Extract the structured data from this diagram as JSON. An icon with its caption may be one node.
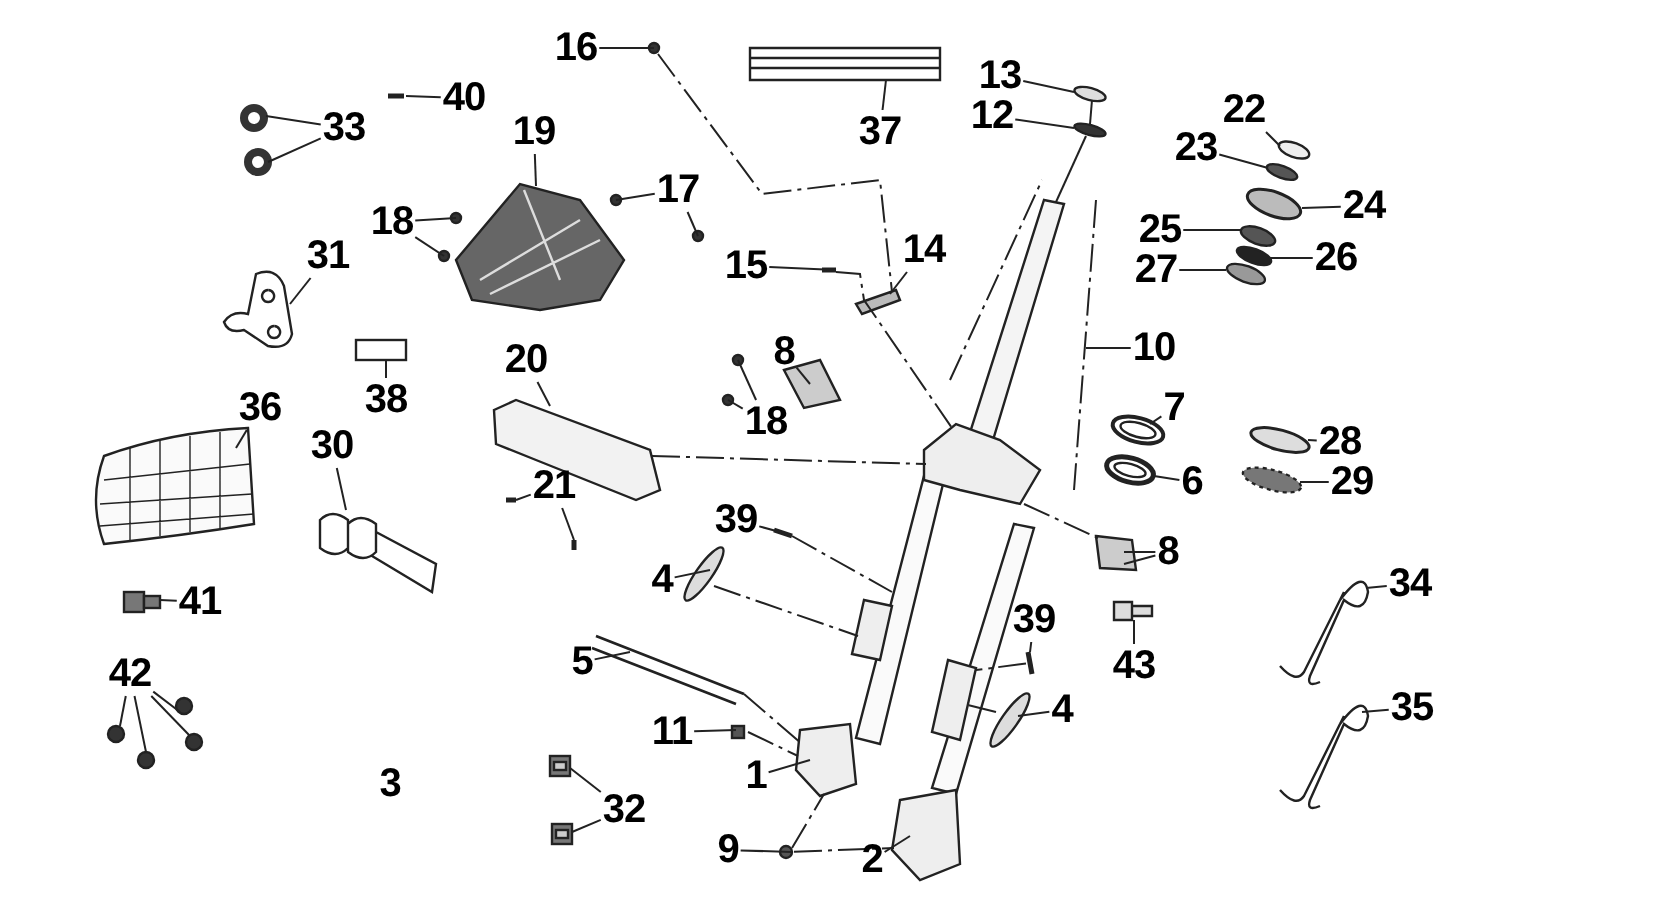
{
  "diagram": {
    "nodes": [
      {
        "text": [
          "16"
        ]
      },
      {
        "text": [
          "13"
        ]
      },
      {
        "text": [
          "40"
        ]
      },
      {
        "text": [
          "22"
        ]
      },
      {
        "text": [
          "12"
        ]
      },
      {
        "text": [
          "33"
        ]
      },
      {
        "text": [
          "37"
        ]
      },
      {
        "text": [
          "19"
        ]
      },
      {
        "text": [
          "23"
        ]
      },
      {
        "text": [
          "17"
        ]
      },
      {
        "text": [
          "24"
        ]
      },
      {
        "text": [
          "18"
        ]
      },
      {
        "text": [
          "25"
        ]
      },
      {
        "text": [
          "31"
        ]
      },
      {
        "text": [
          "15"
        ]
      },
      {
        "text": [
          "14"
        ]
      },
      {
        "text": [
          "26"
        ]
      },
      {
        "text": [
          "27"
        ]
      },
      {
        "text": [
          "10"
        ]
      },
      {
        "text": [
          "8"
        ]
      },
      {
        "text": [
          "20"
        ]
      },
      {
        "text": [
          "38"
        ]
      },
      {
        "text": [
          "36"
        ]
      },
      {
        "text": [
          "18"
        ]
      },
      {
        "text": [
          "7"
        ]
      },
      {
        "text": [
          "30"
        ]
      },
      {
        "text": [
          "28"
        ]
      },
      {
        "text": [
          "6"
        ]
      },
      {
        "text": [
          "29"
        ]
      },
      {
        "text": [
          "21"
        ]
      },
      {
        "text": [
          "39"
        ]
      },
      {
        "text": [
          "8"
        ]
      },
      {
        "text": [
          "4"
        ]
      },
      {
        "text": [
          "34"
        ]
      },
      {
        "text": [
          "41"
        ]
      },
      {
        "text": [
          "39"
        ]
      },
      {
        "text": [
          "5"
        ]
      },
      {
        "text": [
          "43"
        ]
      },
      {
        "text": [
          "42"
        ]
      },
      {
        "text": [
          "35"
        ]
      },
      {
        "text": [
          "4"
        ]
      },
      {
        "text": [
          "11"
        ]
      },
      {
        "text": [
          "1"
        ]
      },
      {
        "text": [
          "32"
        ]
      },
      {
        "text": [
          "9"
        ]
      },
      {
        "text": [
          "2"
        ]
      },
      {
        "text": [],
        "shape": "circle"
      },
      {
        "text": [],
        "shape": "circle"
      },
      {
        "text": [],
        "shape": "bar"
      },
      {
        "text": [],
        "shape": "circle"
      },
      {
        "text": [],
        "shape": "circle"
      },
      {
        "text": [],
        "shape": "circle"
      },
      {
        "text": [],
        "shape": "circle"
      },
      {
        "text": [],
        "shape": "picture"
      },
      {
        "text": [],
        "shape": "picture"
      },
      {
        "text": [],
        "shape": "circle"
      },
      {
        "text": [],
        "shape": "circle"
      },
      {
        "text": [],
        "shape": "circle"
      },
      {
        "text": [],
        "shape": "circle"
      },
      {
        "text": [],
        "shape": "circle"
      },
      {
        "text": [],
        "shape": "circle"
      },
      {
        "text": [],
        "shape": "circle"
      },
      {
        "text": [],
        "shape": "picture"
      },
      {
        "text": [],
        "shape": "bar"
      },
      {
        "text": [],
        "shape": "picture"
      },
      {
        "text": [],
        "shape": "circle"
      },
      {
        "text": [],
        "shape": "circle"
      },
      {
        "text": [],
        "shape": "picture"
      },
      {
        "text": [],
        "shape": "picture"
      },
      {
        "text": [],
        "shape": "picture"
      },
      {
        "text": [],
        "shape": "box"
      },
      {
        "text": [],
        "shape": "picture"
      },
      {
        "text": [],
        "shape": "circle"
      },
      {
        "text": [],
        "shape": "circle"
      },
      {
        "text": [],
        "shape": "circle"
      },
      {
        "text": [],
        "shape": "picture"
      },
      {
        "text": [],
        "shape": "circle"
      },
      {
        "text": [],
        "shape": "circle"
      },
      {
        "text": [],
        "shape": "circle"
      },
      {
        "text": [],
        "shape": "bar"
      },
      {
        "text": [],
        "shape": "bar"
      },
      {
        "text": [],
        "shape": "bar"
      },
      {
        "text": [],
        "shape": "picture"
      },
      {
        "text": [],
        "shape": "circle"
      },
      {
        "text": [],
        "shape": "picture"
      },
      {
        "text": [],
        "shape": "box"
      },
      {
        "text": [],
        "shape": "bar"
      },
      {
        "text": [],
        "shape": "picture"
      },
      {
        "text": [],
        "shape": "picture"
      },
      {
        "text": [],
        "shape": "circle"
      },
      {
        "text": [],
        "shape": "circle"
      },
      {
        "text": [],
        "shape": "circle"
      },
      {
        "text": [],
        "shape": "circle"
      },
      {
        "text": [],
        "shape": "picture"
      },
      {
        "text": [],
        "shape": "circle"
      },
      {
        "text": [],
        "shape": "box"
      },
      {
        "text": [],
        "shape": "picture"
      },
      {
        "text": [],
        "shape": "box"
      },
      {
        "text": [],
        "shape": "box"
      },
      {
        "text": [],
        "shape": "circle"
      },
      {
        "text": [],
        "shape": "picture"
      },
      {
        "text": [],
        "shape": "picture",
        "in": 67
      }
    ],
    "edges": [
      {
        "from": 0,
        "to": 46,
        "arrow": "none"
      },
      {
        "from": 1,
        "to": 47,
        "arrow": "none"
      },
      {
        "from": 2,
        "to": 48,
        "arrow": "none"
      },
      {
        "from": 3,
        "to": 49,
        "arrow": "none"
      },
      {
        "from": 4,
        "to": 50,
        "arrow": "none"
      },
      {
        "from": 5,
        "to": 51,
        "arrow": "none"
      },
      {
        "from": 5,
        "to": 52,
        "arrow": "none"
      },
      {
        "from": 6,
        "to": 53,
        "arrow": "none"
      },
      {
        "from": 7,
        "to": 54,
        "arrow": "none"
      },
      {
        "from": 8,
        "to": 55,
        "arrow": "none"
      },
      {
        "from": 9,
        "to": 56,
        "arrow": "none"
      },
      {
        "from": 9,
        "to": 57,
        "arrow": "none"
      },
      {
        "from": 10,
        "to": 58,
        "arrow": "none"
      },
      {
        "from": 11,
        "to": 59,
        "arrow": "none"
      },
      {
        "from": 11,
        "to": 60,
        "arrow": "none"
      },
      {
        "from": 12,
        "to": 61,
        "arrow": "none"
      },
      {
        "from": 13,
        "to": 62,
        "arrow": "none"
      },
      {
        "from": 14,
        "to": 63,
        "arrow": "none"
      },
      {
        "from": 15,
        "to": 64,
        "arrow": "none"
      },
      {
        "from": 16,
        "to": 65,
        "arrow": "none"
      },
      {
        "from": 17,
        "to": 66,
        "arrow": "none"
      },
      {
        "from": 18,
        "to": 67,
        "arrow": "none"
      },
      {
        "from": 19,
        "to": 68,
        "arrow": "none"
      },
      {
        "from": 20,
        "to": 69,
        "arrow": "none"
      },
      {
        "from": 21,
        "to": 70,
        "arrow": "none"
      },
      {
        "from": 22,
        "to": 71,
        "arrow": "none"
      },
      {
        "from": 23,
        "to": 72,
        "arrow": "none"
      },
      {
        "from": 23,
        "to": 73,
        "arrow": "none"
      },
      {
        "from": 24,
        "to": 74,
        "arrow": "none"
      },
      {
        "from": 25,
        "to": 75,
        "arrow": "none"
      },
      {
        "from": 26,
        "to": 76,
        "arrow": "none"
      },
      {
        "from": 27,
        "to": 77,
        "arrow": "none"
      },
      {
        "from": 28,
        "to": 78,
        "arrow": "none"
      },
      {
        "from": 29,
        "to": 79,
        "arrow": "none"
      },
      {
        "from": 29,
        "to": 80,
        "arrow": "none"
      },
      {
        "from": 30,
        "to": 81,
        "arrow": "none"
      },
      {
        "from": 31,
        "to": 82,
        "arrow": "none"
      },
      {
        "from": 31,
        "to": 82,
        "arrow": "none"
      },
      {
        "from": 32,
        "to": 83,
        "arrow": "none"
      },
      {
        "from": 33,
        "to": 84,
        "arrow": "none"
      },
      {
        "from": 34,
        "to": 85,
        "arrow": "none"
      },
      {
        "from": 35,
        "to": 86,
        "arrow": "none"
      },
      {
        "from": 36,
        "to": 87,
        "arrow": "none"
      },
      {
        "from": 37,
        "to": 88,
        "arrow": "none"
      },
      {
        "from": 38,
        "to": 89,
        "arrow": "none"
      },
      {
        "from": 38,
        "to": 90,
        "arrow": "none"
      },
      {
        "from": 38,
        "to": 91,
        "arrow": "none"
      },
      {
        "from": 38,
        "to": 92,
        "arrow": "none"
      },
      {
        "from": 39,
        "to": 93,
        "arrow": "none"
      },
      {
        "from": 40,
        "to": 94,
        "arrow": "none"
      },
      {
        "from": 41,
        "to": 95,
        "arrow": "none"
      },
      {
        "from": 42,
        "to": 96,
        "arrow": "none"
      },
      {
        "from": 43,
        "to": 97,
        "arrow": "none"
      },
      {
        "from": 43,
        "to": 98,
        "arrow": "none"
      },
      {
        "from": 44,
        "to": 99,
        "arrow": "none"
      },
      {
        "from": 45,
        "to": 100,
        "arrow": "none"
      },
      {
        "from": 46,
        "to": 64,
        "arrow": "none",
        "style": "dashed"
      },
      {
        "from": 63,
        "to": 101,
        "arrow": "none",
        "style": "dashed"
      },
      {
        "from": 69,
        "to": 101,
        "arrow": "none",
        "style": "dashed"
      },
      {
        "from": 101,
        "to": 82,
        "arrow": "none",
        "style": "dashed"
      },
      {
        "from": 83,
        "to": 96,
        "arrow": "none",
        "style": "dashed"
      },
      {
        "from": 87,
        "to": 96,
        "arrow": "none",
        "style": "dashed"
      },
      {
        "from": 95,
        "to": 96,
        "arrow": "none",
        "style": "dashed"
      },
      {
        "from": 99,
        "to": 96,
        "arrow": "none",
        "style": "dashed"
      },
      {
        "from": 99,
        "to": 100,
        "arrow": "none",
        "style": "dashed"
      },
      {
        "from": 81,
        "to": 96,
        "arrow": "none",
        "style": "dashed"
      },
      {
        "from": 86,
        "to": 100,
        "arrow": "none",
        "style": "dashed"
      },
      {
        "from": 94,
        "to": 100,
        "arrow": "none",
        "style": "dashed"
      },
      {
        "from": 47,
        "to": 50,
        "arrow": "none"
      },
      {
        "from": 50,
        "to": 101,
        "arrow": "none"
      }
    ],
    "labels": [
      "3"
    ]
  }
}
